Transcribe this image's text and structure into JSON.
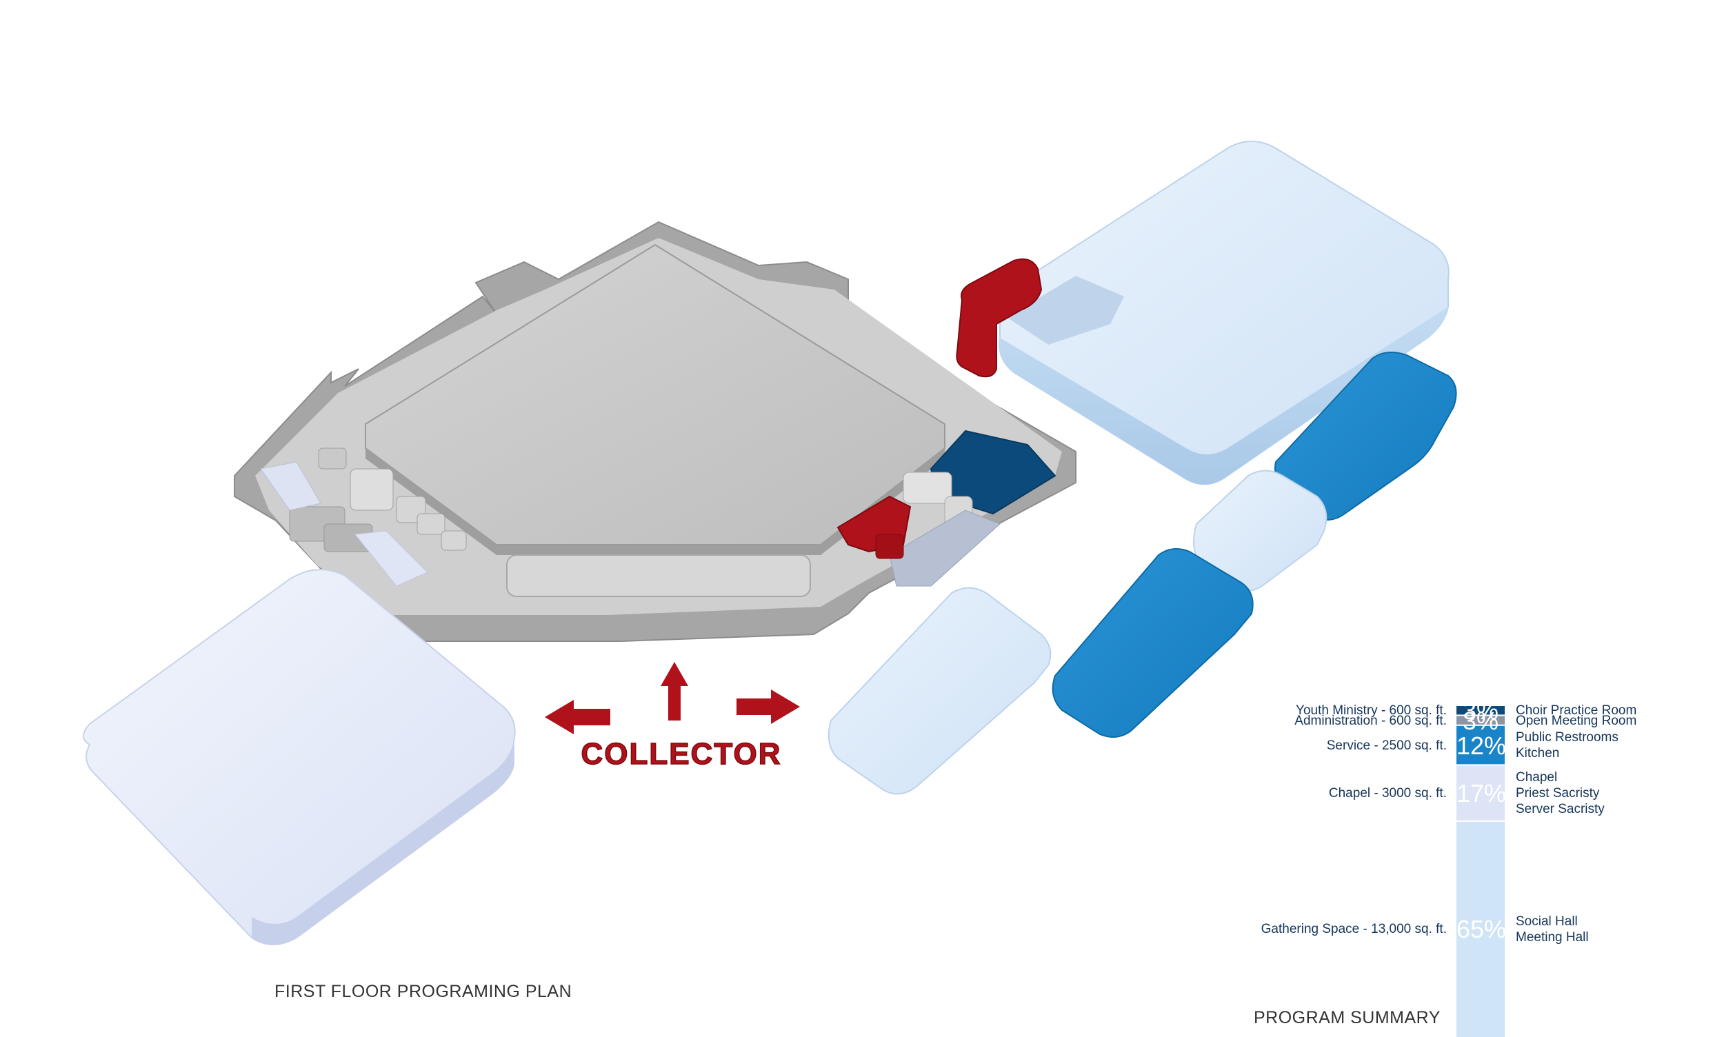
{
  "plan_title": "FIRST FLOOR PROGRAMING PLAN",
  "summary_title": "PROGRAM SUMMARY",
  "collector_label": "COLLECTOR",
  "colors": {
    "youth": "#0b4a7a",
    "admin": "#8a96a6",
    "service": "#1a84c8",
    "chapel": "#dce4f5",
    "gathering": "#cfe4f7",
    "accent_red": "#b0121b",
    "building_gray": "#a6a6a6"
  },
  "summary": [
    {
      "space": "Youth Ministry - 600 sq. ft.",
      "percent": "3%",
      "share": 3,
      "rooms": [
        "Choir Practice Room"
      ],
      "color_key": "youth"
    },
    {
      "space": "Administration - 600 sq. ft.",
      "percent": "3%",
      "share": 3,
      "rooms": [
        "Open Meeting Room"
      ],
      "color_key": "admin"
    },
    {
      "space": "Service - 2500 sq. ft.",
      "percent": "12%",
      "share": 12,
      "rooms": [
        "Public Restrooms",
        "Kitchen"
      ],
      "color_key": "service"
    },
    {
      "space": "Chapel - 3000 sq. ft.",
      "percent": "17%",
      "share": 17,
      "rooms": [
        "Chapel",
        "Priest Sacristy",
        "Server Sacristy"
      ],
      "color_key": "chapel"
    },
    {
      "space": "Gathering Space - 13,000 sq. ft.",
      "percent": "65%",
      "share": 65,
      "rooms": [
        "Social Hall",
        "Meeting Hall"
      ],
      "color_key": "gathering"
    }
  ]
}
